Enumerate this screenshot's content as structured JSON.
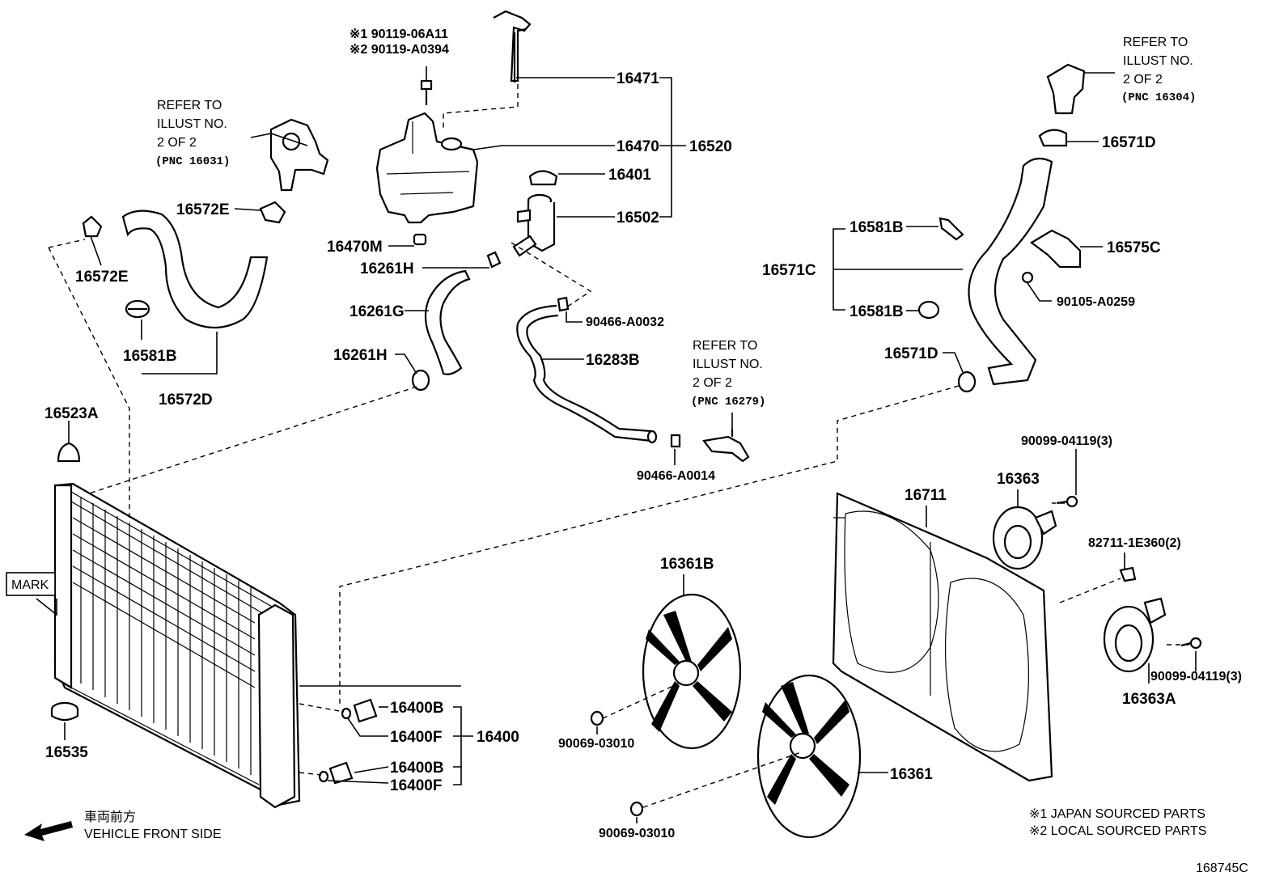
{
  "diagram": {
    "id": "168745C",
    "parts": {
      "p16471": "16471",
      "p16470": "16470",
      "p16520": "16520",
      "p16401": "16401",
      "p16502": "16502",
      "p16470M": "16470M",
      "p16261H_a": "16261H",
      "p16261G": "16261G",
      "p16261H_b": "16261H",
      "p16283B": "16283B",
      "p90466A0032": "90466-A0032",
      "p90466A0014": "90466-A0014",
      "p16572E_a": "16572E",
      "p16572E_b": "16572E",
      "p16581B_l": "16581B",
      "p16572D": "16572D",
      "p16523A": "16523A",
      "p16535": "16535",
      "p16571D_a": "16571D",
      "p16581B_r1": "16581B",
      "p16575C": "16575C",
      "p16571C": "16571C",
      "p90105A0259": "90105-A0259",
      "p16581B_r2": "16581B",
      "p16571D_b": "16571D",
      "p90099a": "90099-04119(3)",
      "p16363": "16363",
      "p16711": "16711",
      "p82711": "82711-1E360(2)",
      "p16361B": "16361B",
      "p90099b": "90099-04119(3)",
      "p16363A": "16363A",
      "p90069a": "90069-03010",
      "p16361": "16361",
      "p90069b": "90069-03010",
      "p16400B_a": "16400B",
      "p16400F_a": "16400F",
      "p16400": "16400",
      "p16400B_b": "16400B",
      "p16400F_b": "16400F"
    },
    "bolt_variants": {
      "v1": "※1 90119-06A11",
      "v2": "※2 90119-A0394"
    },
    "refs": {
      "r16031": {
        "l1": "REFER TO",
        "l2": "ILLUST NO.",
        "l3": "2 OF 2",
        "l4": "(PNC 16031)"
      },
      "r16304": {
        "l1": "REFER TO",
        "l2": "ILLUST NO.",
        "l3": "2 OF 2",
        "l4": "(PNC 16304)"
      },
      "r16279": {
        "l1": "REFER TO",
        "l2": "ILLUST NO.",
        "l3": "2 OF 2",
        "l4": "(PNC 16279)"
      }
    },
    "mark_label": "MARK",
    "front_jp": "車両前方",
    "front_en": "VEHICLE FRONT SIDE",
    "notes": {
      "n1": "※1 JAPAN SOURCED PARTS",
      "n2": "※2 LOCAL SOURCED PARTS"
    }
  }
}
